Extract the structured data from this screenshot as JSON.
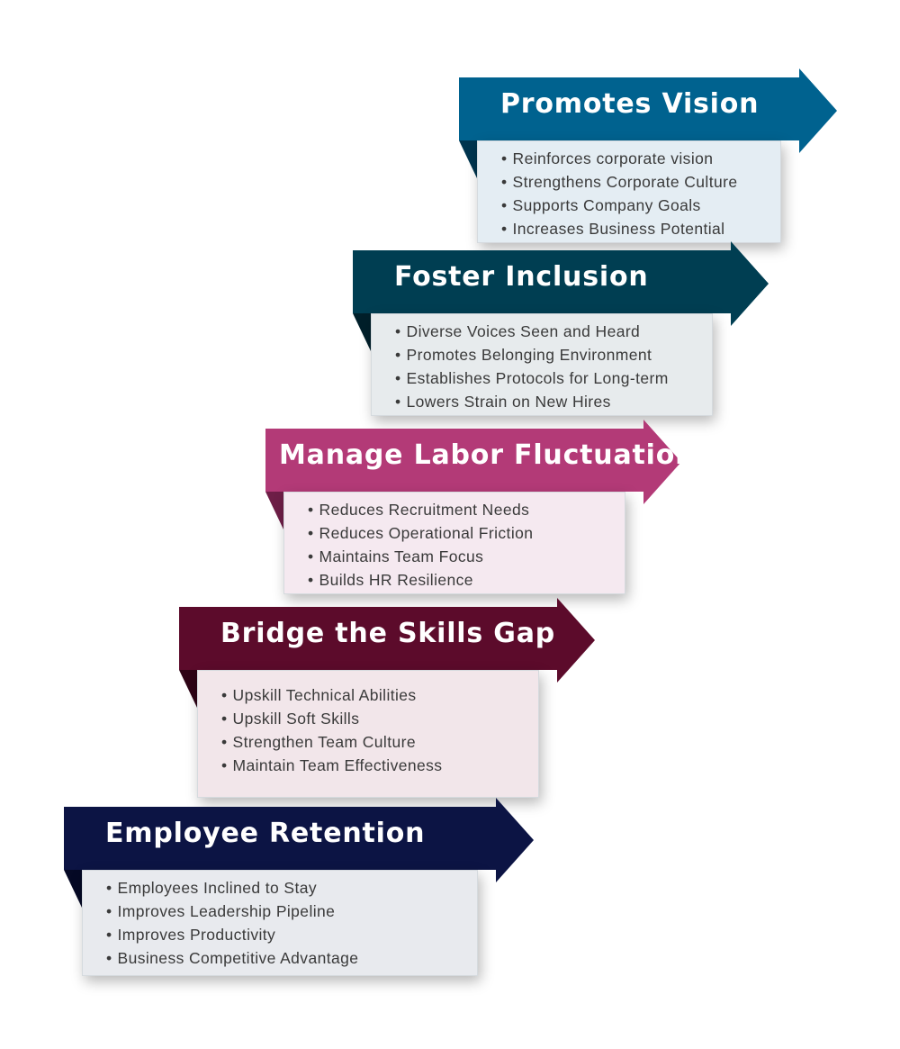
{
  "steps": [
    {
      "title": "Promotes Vision",
      "color": "#00628f",
      "fold_color": "#00354f",
      "box_color": "#e4edf3",
      "items": [
        "Reinforces corporate vision",
        "Strengthens Corporate Culture",
        "Supports Company Goals",
        "Increases Business Potential"
      ]
    },
    {
      "title": "Foster Inclusion",
      "color": "#003e52",
      "fold_color": "#001f2a",
      "box_color": "#e7ebed",
      "items": [
        "Diverse Voices Seen and Heard",
        "Promotes Belonging Environment",
        "Establishes Protocols for Long-term",
        "Lowers Strain on New Hires"
      ]
    },
    {
      "title": "Manage Labor Fluctuations",
      "color": "#b33a77",
      "fold_color": "#6e1e47",
      "box_color": "#f5e9f0",
      "items": [
        "Reduces Recruitment Needs",
        "Reduces Operational Friction",
        "Maintains Team Focus",
        "Builds HR Resilience"
      ]
    },
    {
      "title": "Bridge the Skills Gap",
      "color": "#5c0b2b",
      "fold_color": "#2e0416",
      "box_color": "#f2e6ea",
      "items": [
        "Upskill Technical Abilities",
        "Upskill Soft Skills",
        "Strengthen Team Culture",
        "Maintain Team Effectiveness"
      ]
    },
    {
      "title": "Employee Retention",
      "color": "#0c1444",
      "fold_color": "#050925",
      "box_color": "#e8eaee",
      "items": [
        "Employees Inclined to Stay",
        "Improves Leadership Pipeline",
        "Improves Productivity",
        "Business Competitive Advantage"
      ]
    }
  ]
}
